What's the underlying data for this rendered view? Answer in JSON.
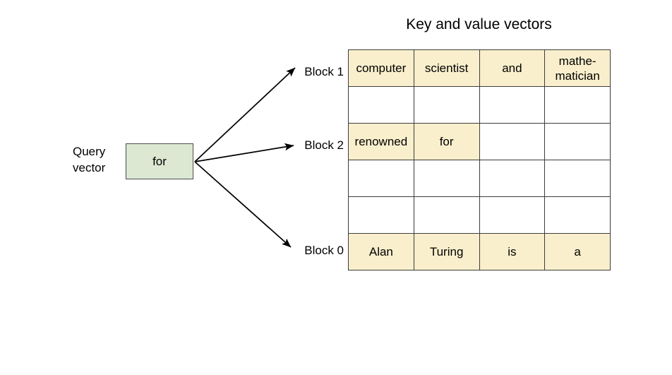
{
  "title": "Key and value vectors",
  "query": {
    "label_line1": "Query",
    "label_line2": "vector",
    "token": "for",
    "box_color": "#dce8d1"
  },
  "colors": {
    "filled_cell": "#faefcc",
    "empty_cell": "#ffffff",
    "border": "#3c3c3c",
    "arrow": "#000000",
    "text": "#000000"
  },
  "arrows": [
    {
      "name": "arrow-to-block-1",
      "from": "query-box-right",
      "to": "Block 1"
    },
    {
      "name": "arrow-to-block-2",
      "from": "query-box-right",
      "to": "Block 2"
    },
    {
      "name": "arrow-to-block-0",
      "from": "query-box-right",
      "to": "Block 0"
    }
  ],
  "block_labels": [
    {
      "text": "Block 1",
      "row": 0
    },
    {
      "text": "Block 2",
      "row": 2
    },
    {
      "text": "Block 0",
      "row": 5
    }
  ],
  "table": {
    "rows": 6,
    "cols": 4,
    "cells": [
      [
        {
          "text": "computer",
          "filled": true
        },
        {
          "text": "scientist",
          "filled": true
        },
        {
          "text": "and",
          "filled": true
        },
        {
          "text": "mathe-\nmatician",
          "filled": true
        }
      ],
      [
        {
          "text": "",
          "filled": false
        },
        {
          "text": "",
          "filled": false
        },
        {
          "text": "",
          "filled": false
        },
        {
          "text": "",
          "filled": false
        }
      ],
      [
        {
          "text": "renowned",
          "filled": true
        },
        {
          "text": "for",
          "filled": true
        },
        {
          "text": "",
          "filled": false
        },
        {
          "text": "",
          "filled": false
        }
      ],
      [
        {
          "text": "",
          "filled": false
        },
        {
          "text": "",
          "filled": false
        },
        {
          "text": "",
          "filled": false
        },
        {
          "text": "",
          "filled": false
        }
      ],
      [
        {
          "text": "",
          "filled": false
        },
        {
          "text": "",
          "filled": false
        },
        {
          "text": "",
          "filled": false
        },
        {
          "text": "",
          "filled": false
        }
      ],
      [
        {
          "text": "Alan",
          "filled": true
        },
        {
          "text": "Turing",
          "filled": true
        },
        {
          "text": "is",
          "filled": true
        },
        {
          "text": "a",
          "filled": true
        }
      ]
    ]
  }
}
